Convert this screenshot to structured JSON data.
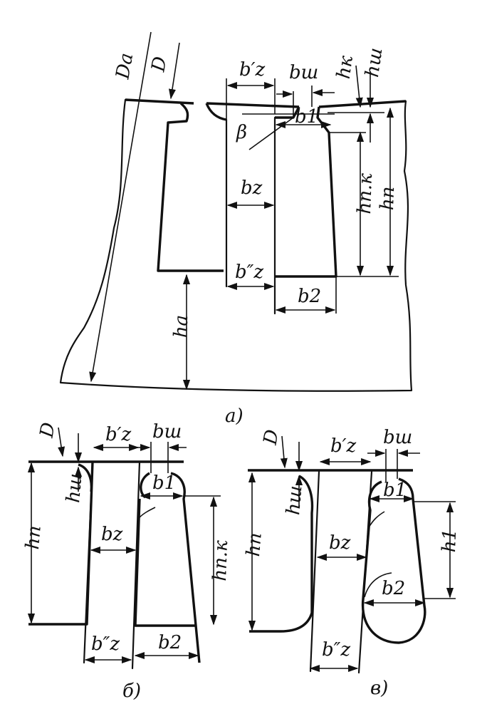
{
  "figure_a": {
    "caption": "а)",
    "labels": {
      "Da": "Da",
      "D": "D",
      "bz_prime": "b′z",
      "bsh": "bш",
      "hk": "hк",
      "hsh": "hш",
      "b1": "b1",
      "beta": "β",
      "bz": "bz",
      "hpk": "hп.к",
      "hp": "hп",
      "bz_dprime": "b″z",
      "b2": "b2",
      "ha": "ha"
    }
  },
  "figure_b": {
    "caption": "б)",
    "labels": {
      "D": "D",
      "bz_prime": "b′z",
      "bsh": "bш",
      "hsh": "hш",
      "b1": "b1",
      "hp": "hп",
      "bz": "bz",
      "hpk": "hп.к",
      "bz_dprime": "b″z",
      "b2": "b2"
    }
  },
  "figure_c": {
    "caption": "в)",
    "labels": {
      "D": "D",
      "bz_prime": "b′z",
      "bsh": "bш",
      "hsh": "hш",
      "b1": "b1",
      "hp": "hп",
      "bz": "bz",
      "h1": "h1",
      "b2": "b2",
      "bz_dprime": "b″z"
    }
  }
}
